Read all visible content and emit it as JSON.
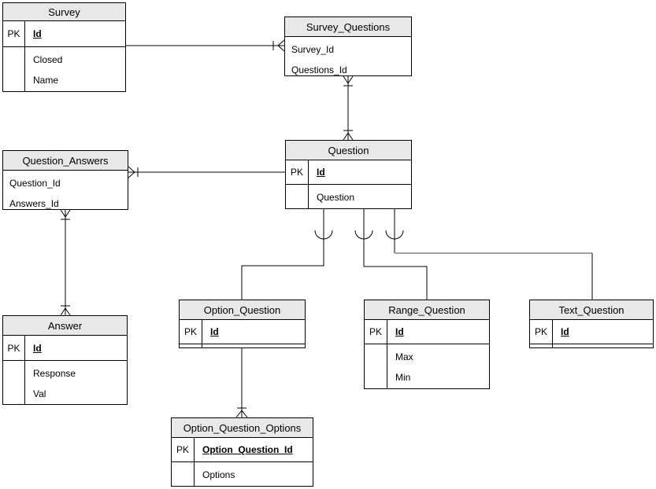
{
  "colors": {
    "background": "#ffffff",
    "header_fill": "#e8e8e8",
    "border": "#000000",
    "edge": "#000000",
    "edge_muted": "#a3a3a3"
  },
  "entities": {
    "survey": {
      "title": "Survey",
      "pk_label": "PK",
      "pk_field": "Id",
      "rows": [
        "Closed",
        "Name"
      ]
    },
    "survey_questions": {
      "title": "Survey_Questions",
      "rows": [
        "Survey_Id",
        "Questions_Id"
      ]
    },
    "question": {
      "title": "Question",
      "pk_label": "PK",
      "pk_field": "Id",
      "rows": [
        "Question"
      ]
    },
    "question_answers": {
      "title": "Question_Answers",
      "rows": [
        "Question_Id",
        "Answers_Id"
      ]
    },
    "answer": {
      "title": "Answer",
      "pk_label": "PK",
      "pk_field": "Id",
      "rows": [
        "Response",
        "Val"
      ]
    },
    "option_question": {
      "title": "Option_Question",
      "pk_label": "PK",
      "pk_field": "Id",
      "rows": []
    },
    "range_question": {
      "title": "Range_Question",
      "pk_label": "PK",
      "pk_field": "Id",
      "rows": [
        "Max",
        "Min"
      ]
    },
    "text_question": {
      "title": "Text_Question",
      "pk_label": "PK",
      "pk_field": "Id",
      "rows": []
    },
    "option_question_options": {
      "title": "Option_Question_Options",
      "pk_label": "PK",
      "pk_field": "Option_Question_Id",
      "rows": [
        "Options"
      ]
    }
  },
  "edges": [
    {
      "from": "Survey",
      "to": "Survey_Questions",
      "symbol_at_from": "none",
      "symbol_at_to": "one-or-many"
    },
    {
      "from": "Survey_Questions",
      "to": "Question",
      "symbol_at_from": "one-or-many",
      "symbol_at_to": "one-or-many"
    },
    {
      "from": "Question_Answers",
      "to": "Question",
      "symbol_at_from": "one-or-many",
      "symbol_at_to": "none"
    },
    {
      "from": "Question_Answers",
      "to": "Answer",
      "symbol_at_from": "one-or-many",
      "symbol_at_to": "one-or-many"
    },
    {
      "from": "Question",
      "to": "Option_Question",
      "symbol_at_from": "category-arc",
      "symbol_at_to": "none"
    },
    {
      "from": "Question",
      "to": "Range_Question",
      "symbol_at_from": "category-arc",
      "symbol_at_to": "none"
    },
    {
      "from": "Question",
      "to": "Text_Question",
      "symbol_at_from": "category-arc",
      "symbol_at_to": "none"
    },
    {
      "from": "Option_Question",
      "to": "Option_Question_Options",
      "symbol_at_from": "none",
      "symbol_at_to": "one-or-many"
    }
  ]
}
